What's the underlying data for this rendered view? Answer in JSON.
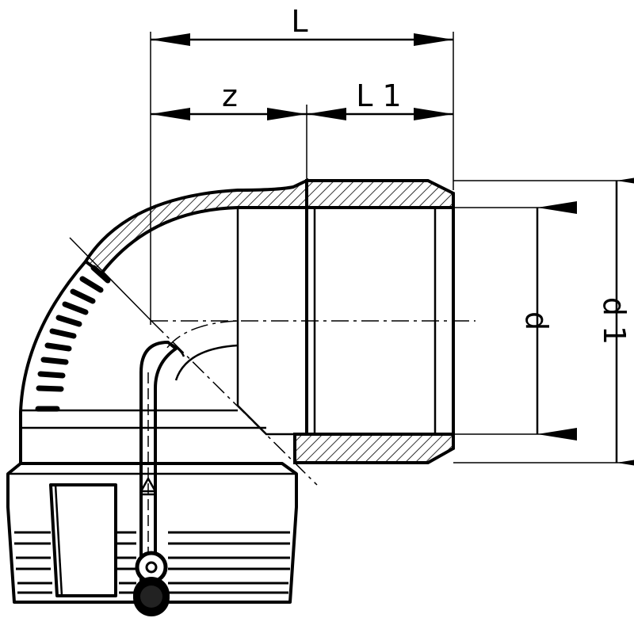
{
  "diagram": {
    "labels": {
      "L": "L",
      "z": "z",
      "L1": "L 1",
      "d": "d",
      "d1": "d 1"
    },
    "colors": {
      "line": "#000000",
      "background": "#ffffff"
    }
  }
}
